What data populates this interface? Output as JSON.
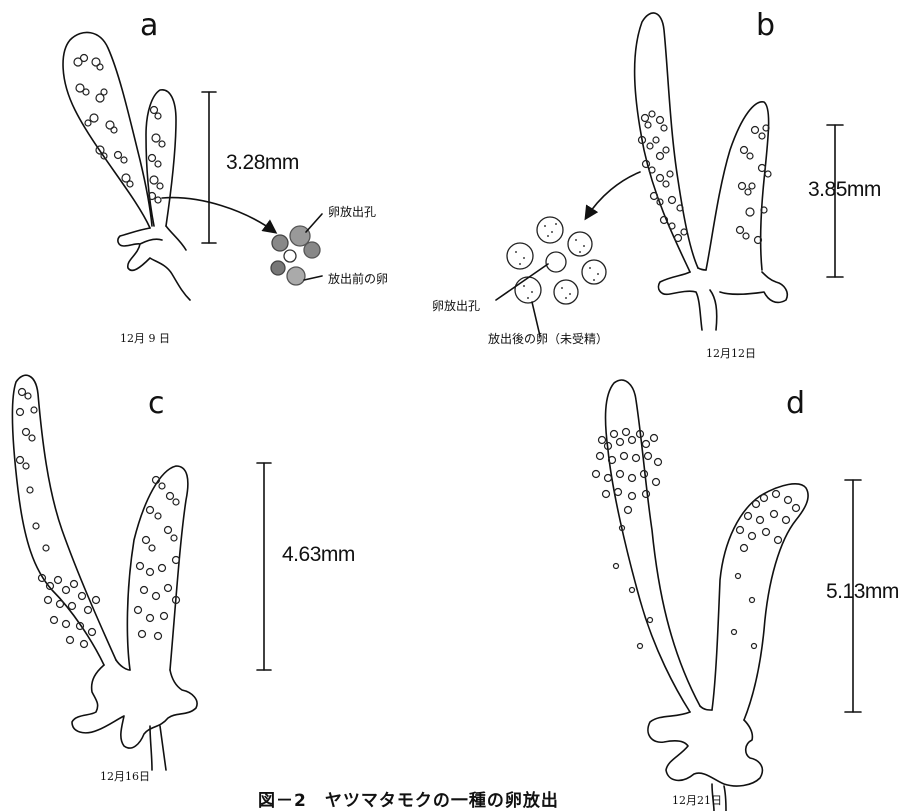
{
  "figure": {
    "caption": "図－2　ヤツマタモクの一種の卵放出",
    "panels": [
      {
        "letter": "a",
        "scale": "3.28mm",
        "date": "12月 9 日"
      },
      {
        "letter": "b",
        "scale": "3.85mm",
        "date": "12月12日"
      },
      {
        "letter": "c",
        "scale": "4.63mm",
        "date": "12月16日"
      },
      {
        "letter": "d",
        "scale": "5.13mm",
        "date": "12月21日"
      }
    ],
    "labels": {
      "a_pore": "卵放出孔",
      "a_egg_before": "放出前の卵",
      "b_pore": "卵放出孔",
      "b_egg_after": "放出後の卵（未受精）"
    }
  },
  "colors": {
    "ink": "#111111",
    "background": "#ffffff",
    "stipple": "#444444"
  }
}
